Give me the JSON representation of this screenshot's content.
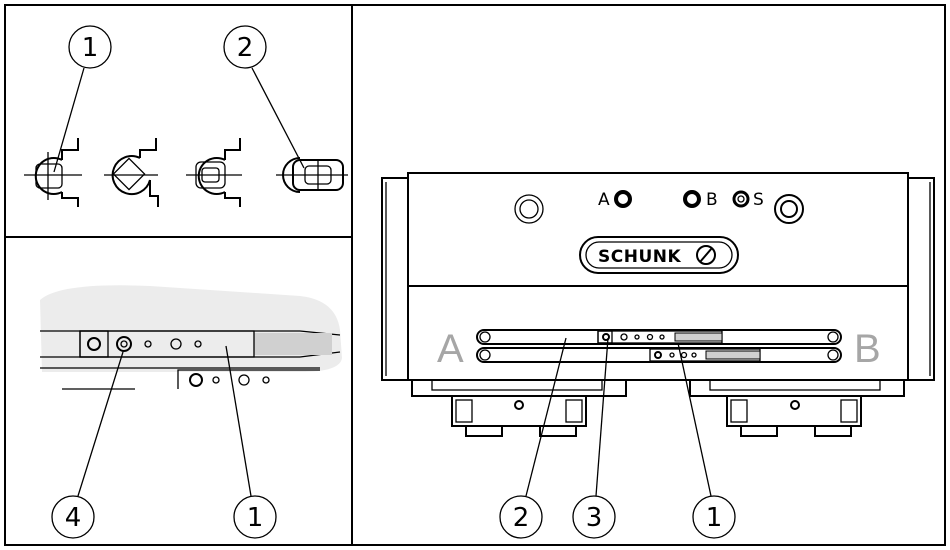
{
  "colors": {
    "frame": "#000000",
    "background": "#ffffff",
    "side_label": "#a6a6a6",
    "clip_band": "#ececec",
    "clip_highlight": "#d0d0d0"
  },
  "panels": {
    "top_left": {
      "callouts": [
        "1",
        "2"
      ]
    },
    "bottom_left": {
      "callouts": [
        "4",
        "1"
      ]
    },
    "right": {
      "brand": "SCHUNK",
      "port_labels": {
        "a": "A",
        "b": "B",
        "s": "S"
      },
      "side_labels": {
        "left": "A",
        "right": "B"
      },
      "callouts": [
        "2",
        "3",
        "1"
      ]
    }
  }
}
